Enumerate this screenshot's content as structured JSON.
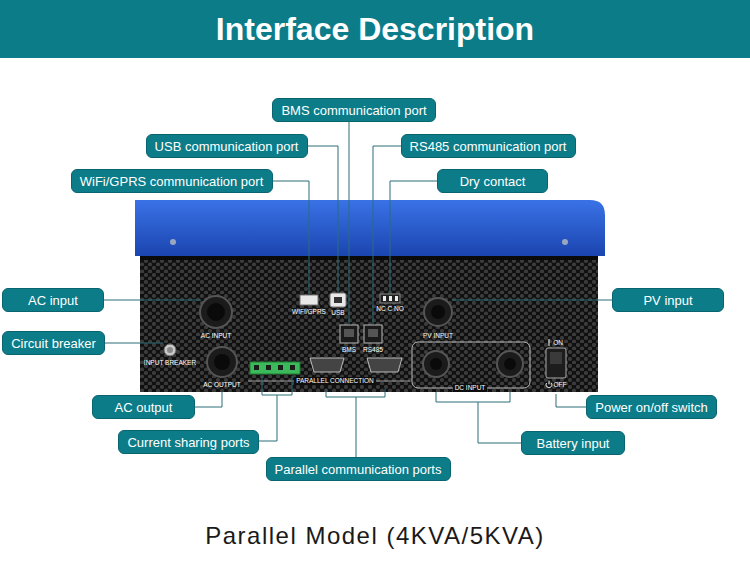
{
  "diagram": {
    "title": "Interface Description",
    "caption": "Parallel Model (4KVA/5KVA)",
    "nodes": [
      {
        "text": [
          "BMS communication port"
        ]
      },
      {
        "text": [
          "USB communication port"
        ]
      },
      {
        "text": [
          "RS485 communication port"
        ]
      },
      {
        "text": [
          "WiFi/GPRS communication port"
        ]
      },
      {
        "text": [
          "Dry contact"
        ]
      },
      {
        "text": [
          "AC input"
        ]
      },
      {
        "text": [
          "PV input"
        ]
      },
      {
        "text": [
          "Circuit breaker"
        ]
      },
      {
        "text": [
          "AC output"
        ]
      },
      {
        "text": [
          "Power on/off switch"
        ]
      },
      {
        "text": [
          "Current sharing ports"
        ]
      },
      {
        "text": [
          "Battery input"
        ]
      },
      {
        "text": [
          "Parallel communication ports"
        ]
      }
    ],
    "labels": [
      "WIFI/GPRS",
      "USB",
      "NC C NO",
      "AC INPUT",
      "INPUT BREAKER",
      "AC OUTPUT",
      "PARALLEL CONNECTION",
      "BMS",
      "RS485",
      "PV INPUT",
      "DC INPUT",
      "ON",
      "OFF"
    ]
  }
}
